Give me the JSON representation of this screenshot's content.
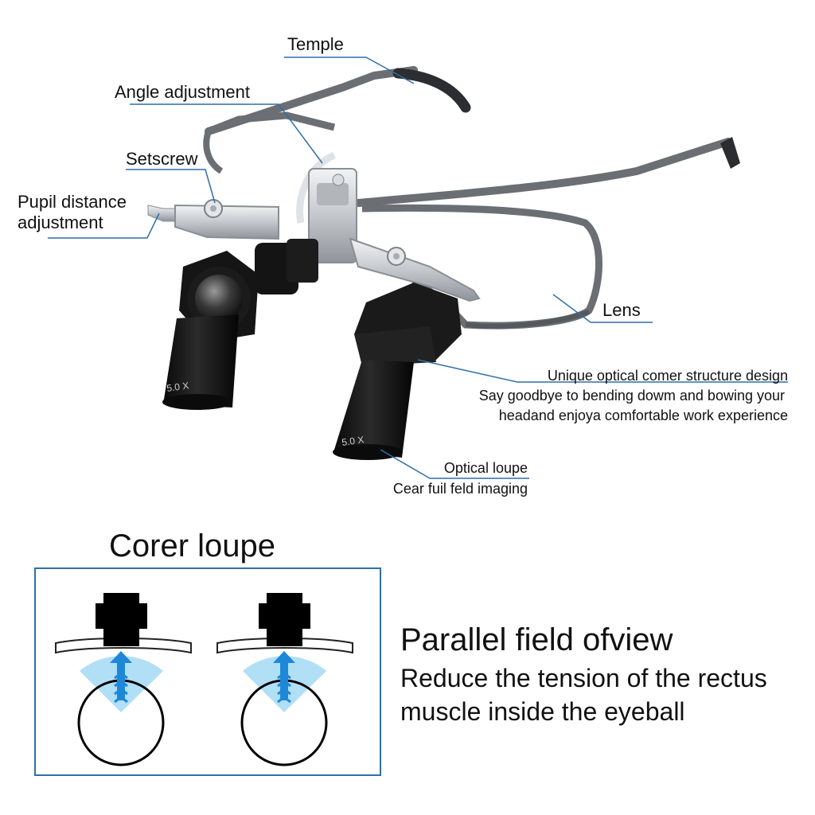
{
  "labels": {
    "temple": "Temple",
    "angle_adjustment": "Angle adjustment",
    "setscrew": "Setscrew",
    "pupil_distance_1": "Pupil distance",
    "pupil_distance_2": "adjustment",
    "lens": "Lens",
    "corner_line_1": "Unique optical comer structure design",
    "corner_line_2": "Say goodbye to bending dowm and bowing your",
    "corner_line_3": "headand enjoya comfortable work experience",
    "loupe_line_1": "Optical loupe",
    "loupe_line_2": "Cear fuil feld imaging",
    "magnification_left": "5.0 X",
    "magnification_right": "5.0 X"
  },
  "bottom": {
    "title": "Corer loupe",
    "parallel_title": "Parallel field ofview",
    "parallel_line_1": "Reduce the tension of the rectus",
    "parallel_line_2": "muscle inside the eyeball"
  },
  "colors": {
    "callout_line": "#2f6fa8",
    "frame": "#6b6e73",
    "frame_dark": "#3a3b3e",
    "loupe_body": "#111111",
    "metal": "#c9ccd0",
    "arrow_blue": "#1e88d8",
    "field_blue": "#a9dcf5",
    "box_border": "#2f6fa8"
  }
}
